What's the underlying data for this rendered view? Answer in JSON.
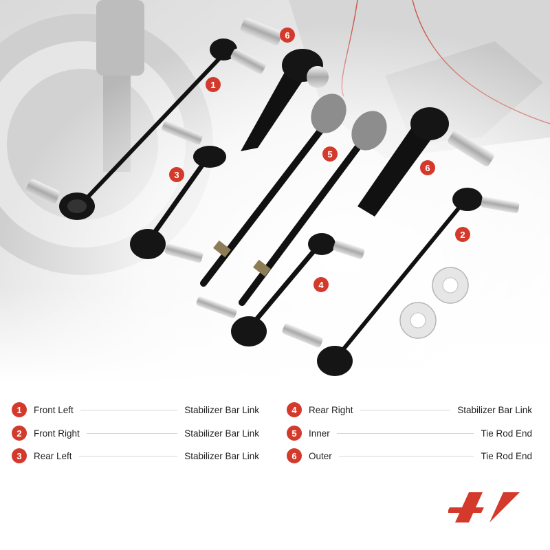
{
  "legend": [
    {
      "num": "1",
      "position": "Front Left",
      "part": "Stabilizer Bar Link"
    },
    {
      "num": "2",
      "position": "Front Right",
      "part": "Stabilizer Bar Link"
    },
    {
      "num": "3",
      "position": "Rear Left",
      "part": "Stabilizer Bar Link"
    },
    {
      "num": "4",
      "position": "Rear Right",
      "part": "Stabilizer Bar Link"
    },
    {
      "num": "5",
      "position": "Inner",
      "part": "Tie Rod End"
    },
    {
      "num": "6",
      "position": "Outer",
      "part": "Tie Rod End"
    }
  ],
  "photo_badges": [
    "6",
    "1",
    "3",
    "5",
    "6",
    "2",
    "4"
  ],
  "colors": {
    "accent": "#d33a2c",
    "parts": "#111111",
    "background": "#f1f1f1"
  },
  "logo": {
    "icon": "brand-logo"
  }
}
